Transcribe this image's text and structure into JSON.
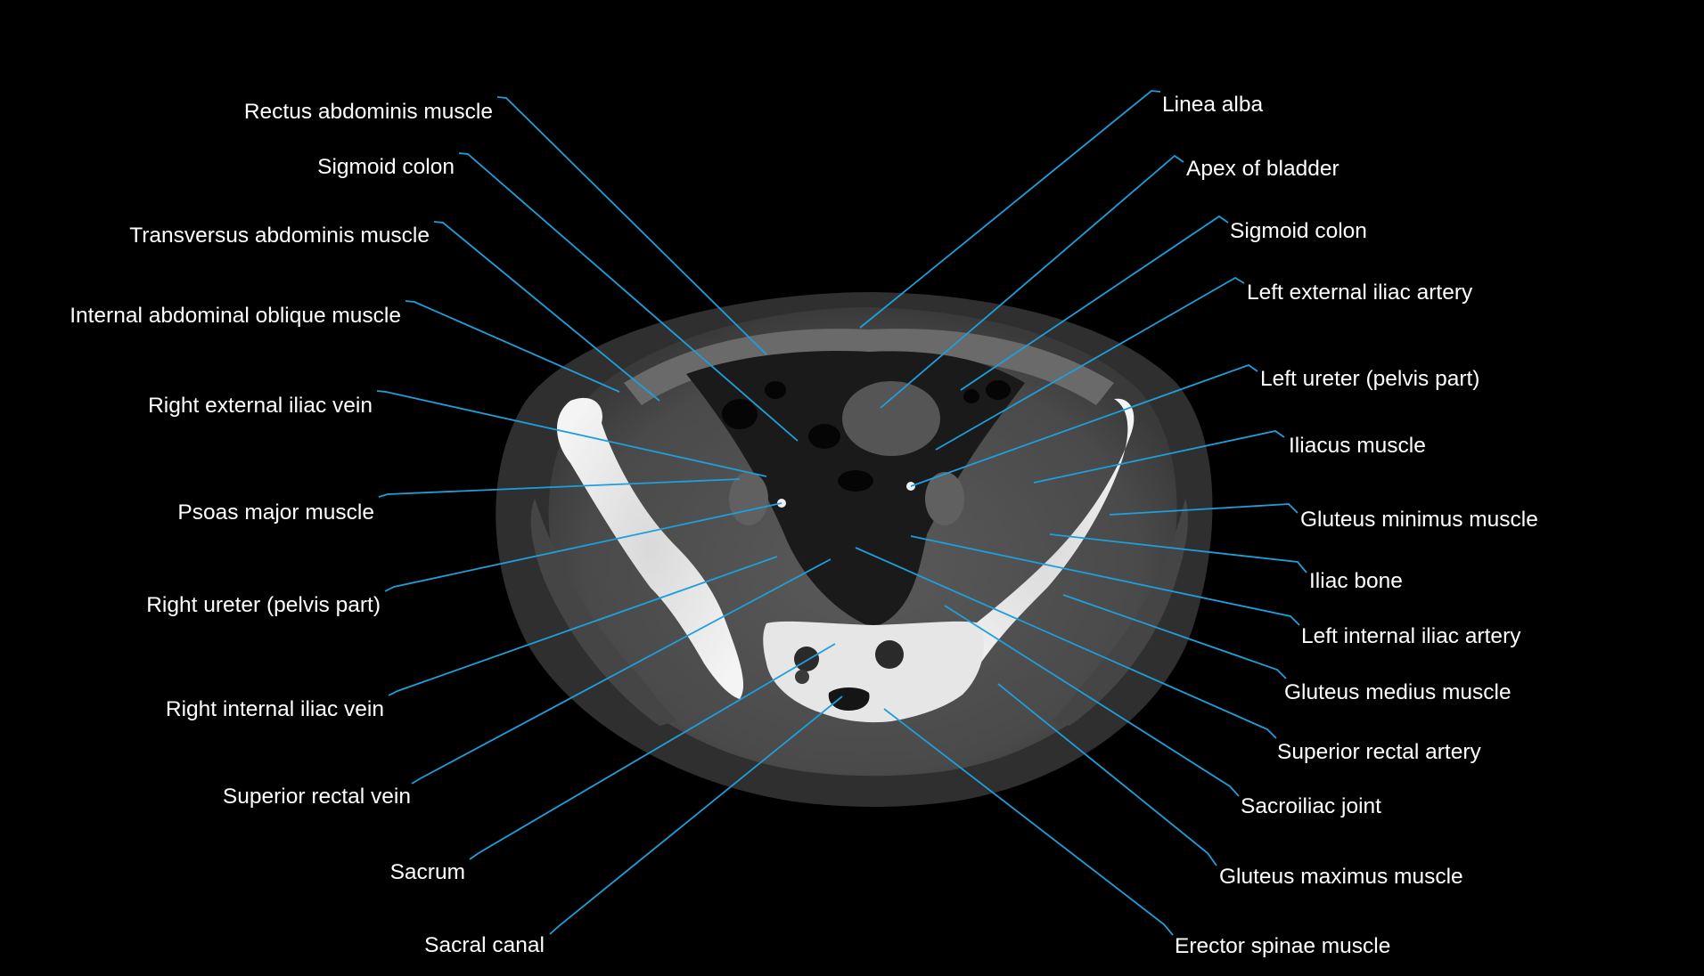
{
  "colors": {
    "background": "#000000",
    "label_text": "#ffffff",
    "leader_line": "#1e9fdc"
  },
  "labels_left": [
    {
      "id": "rectus-abdominis-muscle",
      "text": "Rectus abdominis muscle"
    },
    {
      "id": "sigmoid-colon-right",
      "text": "Sigmoid colon"
    },
    {
      "id": "transversus-abdominis-muscle",
      "text": "Transversus abdominis muscle"
    },
    {
      "id": "internal-abdominal-oblique-muscle",
      "text": "Internal abdominal oblique muscle"
    },
    {
      "id": "right-external-iliac-vein",
      "text": "Right external iliac vein"
    },
    {
      "id": "psoas-major-muscle",
      "text": "Psoas major muscle"
    },
    {
      "id": "right-ureter-pelvis-part",
      "text": "Right ureter (pelvis part)"
    },
    {
      "id": "right-internal-iliac-vein",
      "text": "Right internal iliac vein"
    },
    {
      "id": "superior-rectal-vein",
      "text": "Superior rectal vein"
    },
    {
      "id": "sacrum",
      "text": "Sacrum"
    },
    {
      "id": "sacral-canal",
      "text": "Sacral canal"
    }
  ],
  "labels_right": [
    {
      "id": "linea-alba",
      "text": "Linea alba"
    },
    {
      "id": "apex-of-bladder",
      "text": "Apex of bladder"
    },
    {
      "id": "sigmoid-colon-left",
      "text": "Sigmoid colon"
    },
    {
      "id": "left-external-iliac-artery",
      "text": "Left external iliac artery"
    },
    {
      "id": "left-ureter-pelvis-part",
      "text": "Left ureter (pelvis part)"
    },
    {
      "id": "iliacus-muscle",
      "text": "Iliacus muscle"
    },
    {
      "id": "gluteus-minimus-muscle",
      "text": "Gluteus minimus muscle"
    },
    {
      "id": "iliac-bone",
      "text": "Iliac bone"
    },
    {
      "id": "left-internal-iliac-artery",
      "text": "Left internal iliac artery"
    },
    {
      "id": "gluteus-medius-muscle",
      "text": "Gluteus medius muscle"
    },
    {
      "id": "superior-rectal-artery",
      "text": "Superior rectal artery"
    },
    {
      "id": "sacroiliac-joint",
      "text": "Sacroiliac joint"
    },
    {
      "id": "gluteus-maximus-muscle",
      "text": "Gluteus maximus muscle"
    },
    {
      "id": "erector-spinae-muscle",
      "text": "Erector spinae muscle"
    }
  ]
}
